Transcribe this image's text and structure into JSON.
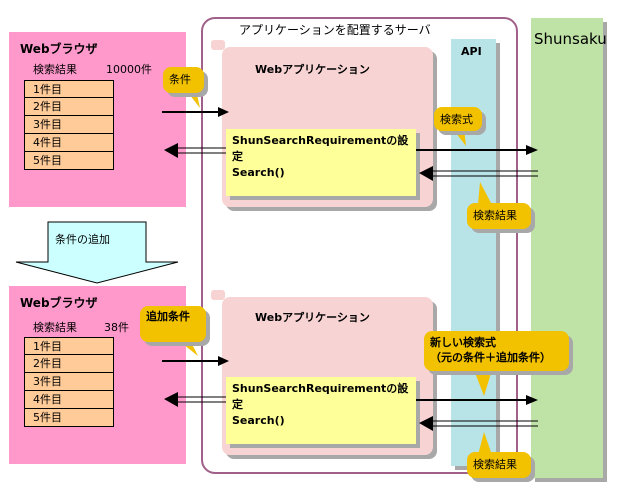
{
  "server_label": "アプリケーションを配置するサーバ",
  "api_label": "API",
  "shunsaku_label": "Shunsaku",
  "top": {
    "browser_title": "Webブラウザ",
    "results_label": "検索結果",
    "results_count": "10000件",
    "items": [
      "1件目",
      "2件目",
      "3件目",
      "4件目",
      "5件目"
    ],
    "condition_bubble": "条件",
    "webapp_title": "Webアプリケーション",
    "code_line1": "ShunSearchRequirementの設定",
    "code_line2": "Search()",
    "query_bubble": "検索式",
    "result_bubble": "検索結果"
  },
  "middle_arrow_label": "条件の追加",
  "bottom": {
    "browser_title": "Webブラウザ",
    "results_label": "検索結果",
    "results_count": "38件",
    "items": [
      "1件目",
      "2件目",
      "3件目",
      "4件目",
      "5件目"
    ],
    "condition_bubble": "追加条件",
    "webapp_title": "Webアプリケーション",
    "code_line1": "ShunSearchRequirementの設定",
    "code_line2": "Search()",
    "query_bubble_line1": "新しい検索式",
    "query_bubble_line2": "（元の条件＋追加条件）",
    "result_bubble": "検索結果"
  },
  "colors": {
    "browser": "#ff99cc",
    "list_item": "#ffcc99",
    "webapp": "#f7d3d3",
    "code_box": "#ffff99",
    "api": "#b8e4e8",
    "shunsaku": "#bfe3a6",
    "bubble": "#f2c100",
    "server_border": "#a0608a",
    "arrow_fill": "#ccffff"
  }
}
